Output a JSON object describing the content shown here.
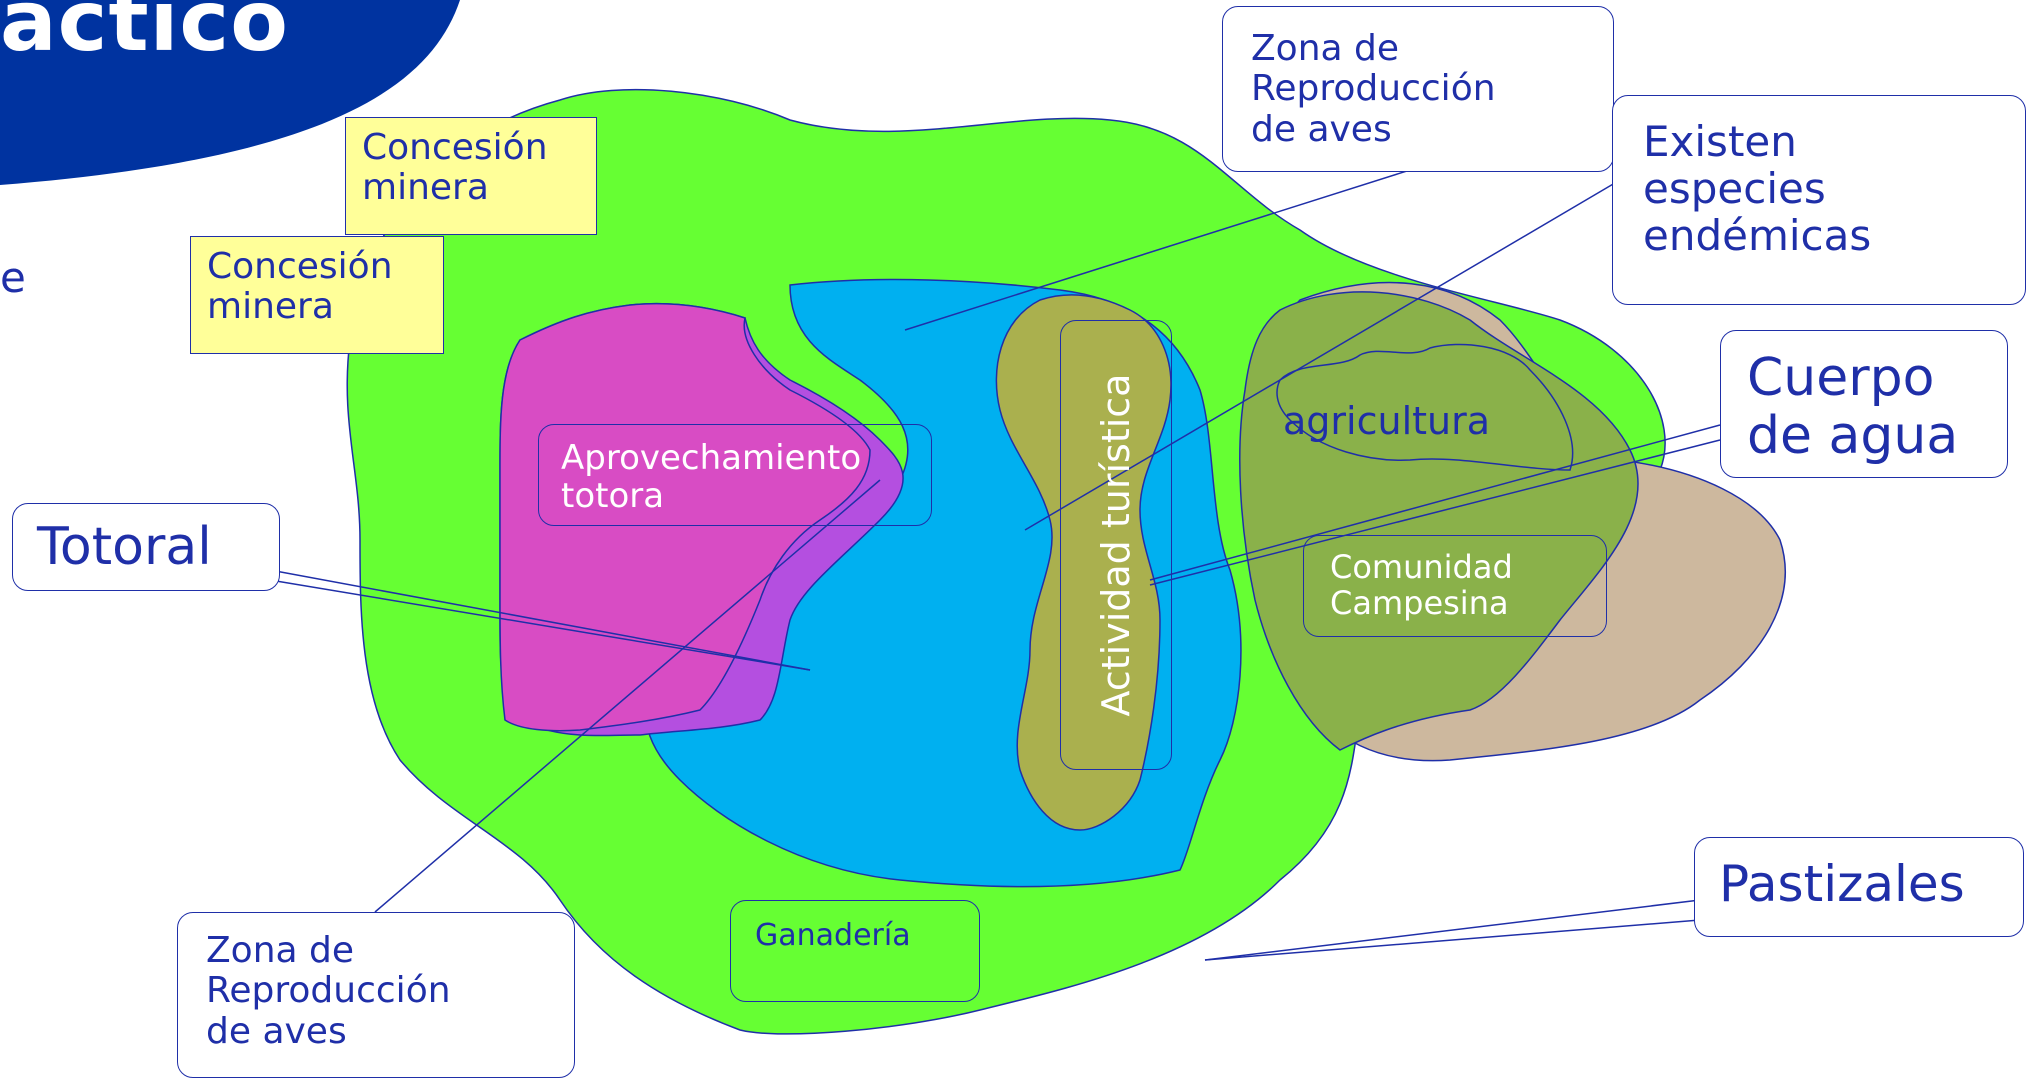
{
  "header": {
    "title": "actico",
    "side_text": "e"
  },
  "labels": {
    "concesion_1": [
      "Concesión",
      "minera"
    ],
    "concesion_2": [
      "Concesión",
      "minera"
    ],
    "zona_repro_top": [
      "Zona de",
      "Reproducción",
      "de aves"
    ],
    "endemicas": [
      "Existen",
      "especies",
      "endémicas"
    ],
    "cuerpo_agua": [
      "Cuerpo",
      "de agua"
    ],
    "totoral": "Totoral",
    "aprovechamiento": [
      "Aprovechamiento",
      "totora"
    ],
    "agricultura": "agricultura",
    "actividad": "Actividad turística",
    "comunidad": [
      "Comunidad",
      "Campesina"
    ],
    "pastizales": "Pastizales",
    "ganaderia": "Ganadería",
    "zona_repro_bottom": [
      "Zona de",
      "Reproducción",
      "de aves"
    ]
  },
  "colors": {
    "header_blue": "#0033a0",
    "grassland": "#66ff33",
    "water": "#00b0f0",
    "totora_purple": "#b44fe0",
    "totora_magenta": "#d84cc4",
    "olive": "#aab04e",
    "community_tan": "#cdb89e",
    "agriculture_overlay": "#8ab14a",
    "label_yellow": "#ffff99",
    "text_blue": "#1f2fa8",
    "outline": "#1f2fa8"
  }
}
